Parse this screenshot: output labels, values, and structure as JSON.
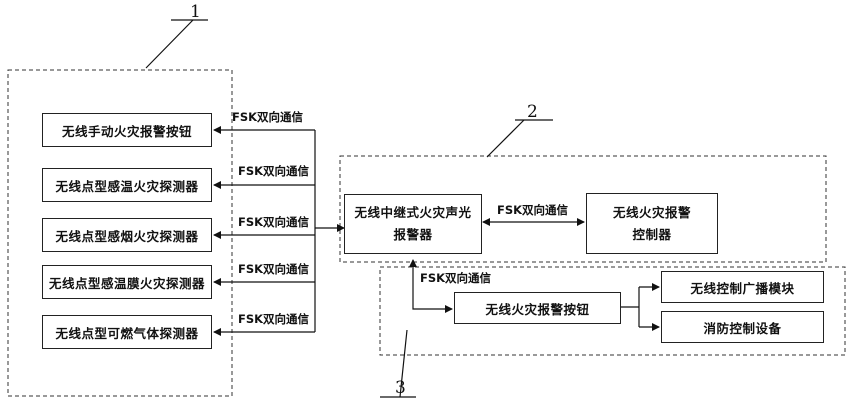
{
  "callouts": {
    "c1": "1",
    "c2": "2",
    "c3": "3"
  },
  "detectors": [
    {
      "label": "无线手动火灾报警按钮",
      "comm": "FSK双向通信"
    },
    {
      "label": "无线点型感温火灾探测器",
      "comm": "FSK双向通信"
    },
    {
      "label": "无线点型感烟火灾探测器",
      "comm": "FSK双向通信"
    },
    {
      "label": "无线点型感温膜火灾探测器",
      "comm": "FSK双向通信"
    },
    {
      "label": "无线点型可燃气体探测器",
      "comm": "FSK双向通信"
    }
  ],
  "relay": {
    "line1": "无线中继式火灾声光",
    "line2": "报警器"
  },
  "controller": {
    "line1": "无线火灾报警",
    "line2": "控制器"
  },
  "relay_controller_comm": "FSK双向通信",
  "relay_button_comm": "FSK双向通信",
  "button": {
    "label": "无线火灾报警按钮"
  },
  "broadcast": {
    "label": "无线控制广播模块"
  },
  "fire_equipment": {
    "label": "消防控制设备"
  }
}
